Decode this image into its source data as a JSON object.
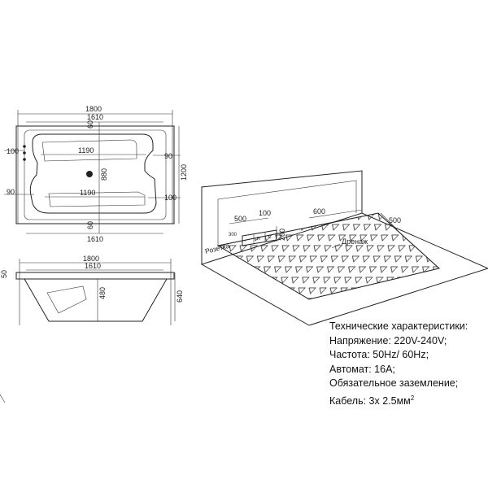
{
  "plan": {
    "width_total": "1800",
    "width_inner": "1610",
    "width_bottom": "1610",
    "depth_total": "1200",
    "bench_top": "1190",
    "bench_bottom": "1190",
    "center_depth": "880",
    "top_margin": "60",
    "bottom_margin": "60",
    "left_top": "100",
    "right_top": "90",
    "left_bottom": "90",
    "right_bottom": "100"
  },
  "elevation": {
    "width_total": "1800",
    "width_inner": "1610",
    "rim": "50",
    "depth": "480",
    "height": "640"
  },
  "room": {
    "dim_500": "500",
    "dim_100": "100",
    "dim_300": "300",
    "dim_200": "200",
    "dim_600": "600",
    "dim_500b": "500",
    "socket_label": "Розетка",
    "drain_label": "Дренаж",
    "box_n": "н",
    "box_c": "с"
  },
  "specs": {
    "title": "Технические характеристики:",
    "voltage": "Напряжение:  220V-240V;",
    "frequency": "Частота: 50Hz/ 60Hz;",
    "breaker": "Автомат: 16A;",
    "grounding": "Обязательное заземление;",
    "cable_prefix": "Кабель: 3х 2.5мм",
    "cable_sup": "2"
  }
}
